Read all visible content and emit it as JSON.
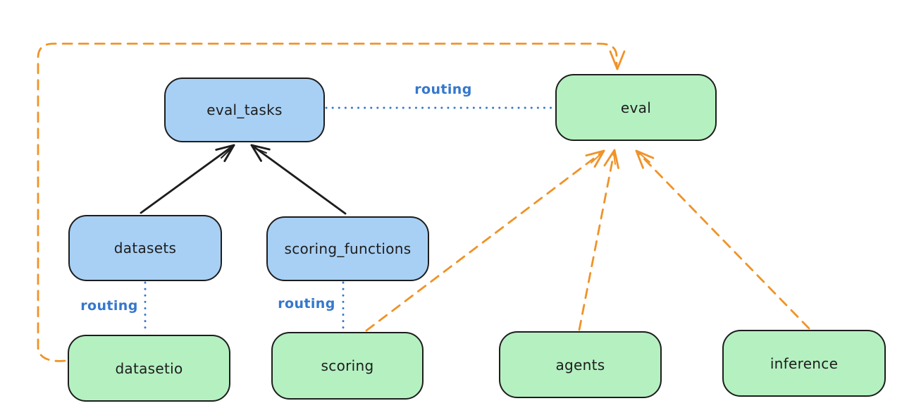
{
  "canvas": {
    "background": "#ffffff"
  },
  "colors": {
    "node_stroke": "#1d1d1d",
    "registry_fill_blue": "#a8d0f5",
    "provider_fill_green": "#b5f0c1",
    "routing_blue": "#3477cd",
    "dependency_orange": "#ef9328",
    "solid_arrow_black": "#1d1d1d"
  },
  "nodes": {
    "eval_tasks": {
      "label": "eval_tasks",
      "fill": "#a8d0f5"
    },
    "eval": {
      "label": "eval",
      "fill": "#b5f0c1"
    },
    "datasets": {
      "label": "datasets",
      "fill": "#a8d0f5"
    },
    "scoring_functions": {
      "label": "scoring_functions",
      "fill": "#a8d0f5"
    },
    "datasetio": {
      "label": "datasetio",
      "fill": "#b5f0c1"
    },
    "scoring": {
      "label": "scoring",
      "fill": "#b5f0c1"
    },
    "agents": {
      "label": "agents",
      "fill": "#b5f0c1"
    },
    "inference": {
      "label": "inference",
      "fill": "#b5f0c1"
    }
  },
  "edges": [
    {
      "from": "datasets",
      "to": "eval_tasks",
      "style": "solid-arrow",
      "color": "#1d1d1d"
    },
    {
      "from": "scoring_functions",
      "to": "eval_tasks",
      "style": "solid-arrow",
      "color": "#1d1d1d"
    },
    {
      "from": "eval_tasks",
      "to": "eval",
      "style": "dotted",
      "label": "routing",
      "color": "#3477cd"
    },
    {
      "from": "datasets",
      "to": "datasetio",
      "style": "dotted",
      "label": "routing",
      "color": "#3477cd"
    },
    {
      "from": "scoring_functions",
      "to": "scoring",
      "style": "dotted",
      "label": "routing",
      "color": "#3477cd"
    },
    {
      "from": "datasetio",
      "to": "eval",
      "style": "dashed-arrow",
      "color": "#ef9328"
    },
    {
      "from": "scoring",
      "to": "eval",
      "style": "dashed-arrow",
      "color": "#ef9328"
    },
    {
      "from": "agents",
      "to": "eval",
      "style": "dashed-arrow",
      "color": "#ef9328"
    },
    {
      "from": "inference",
      "to": "eval",
      "style": "dashed-arrow",
      "color": "#ef9328"
    }
  ]
}
